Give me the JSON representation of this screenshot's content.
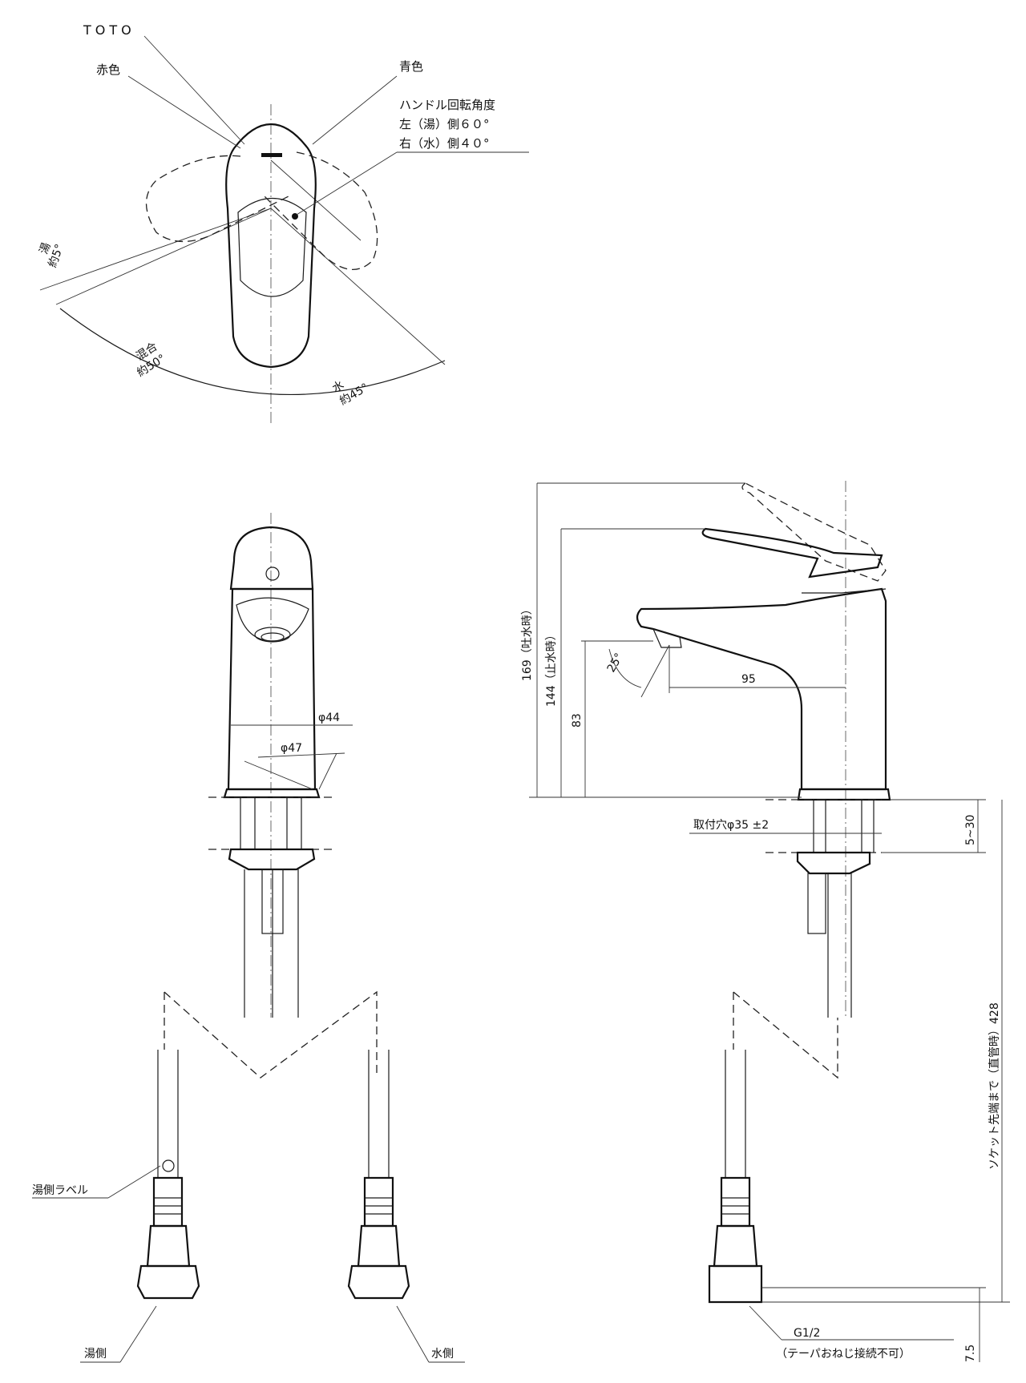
{
  "labels": {
    "brand": "TOTO",
    "red_mark": "赤色",
    "blue_mark": "青色",
    "handle_rotation_title": "ハンドル回転角度",
    "handle_rotation_left": "左（湯）側６０°",
    "handle_rotation_right": "右（水）側４０°",
    "hot_zone_name": "湯",
    "hot_zone_angle": "約5°",
    "mix_zone_name": "混合",
    "mix_zone_angle": "約50°",
    "cold_zone_name": "水",
    "cold_zone_angle": "約45°",
    "dia_44": "φ44",
    "dia_47": "φ47",
    "spout_angle": "25°",
    "spout_reach": "95",
    "height_open": "169（吐水時）",
    "height_closed": "144（止水時）",
    "height_spout": "83",
    "mount_hole": "取付穴φ35 ±2",
    "counter_thickness": "5~30",
    "socket_length": "ソケット先端まで（直管時）428",
    "socket_end": "7.5",
    "hot_label_tag": "湯側ラベル",
    "hot_side": "湯側",
    "cold_side": "水側",
    "thread_spec": "G1/2",
    "thread_note": "（テーパおねじ接続不可）"
  }
}
